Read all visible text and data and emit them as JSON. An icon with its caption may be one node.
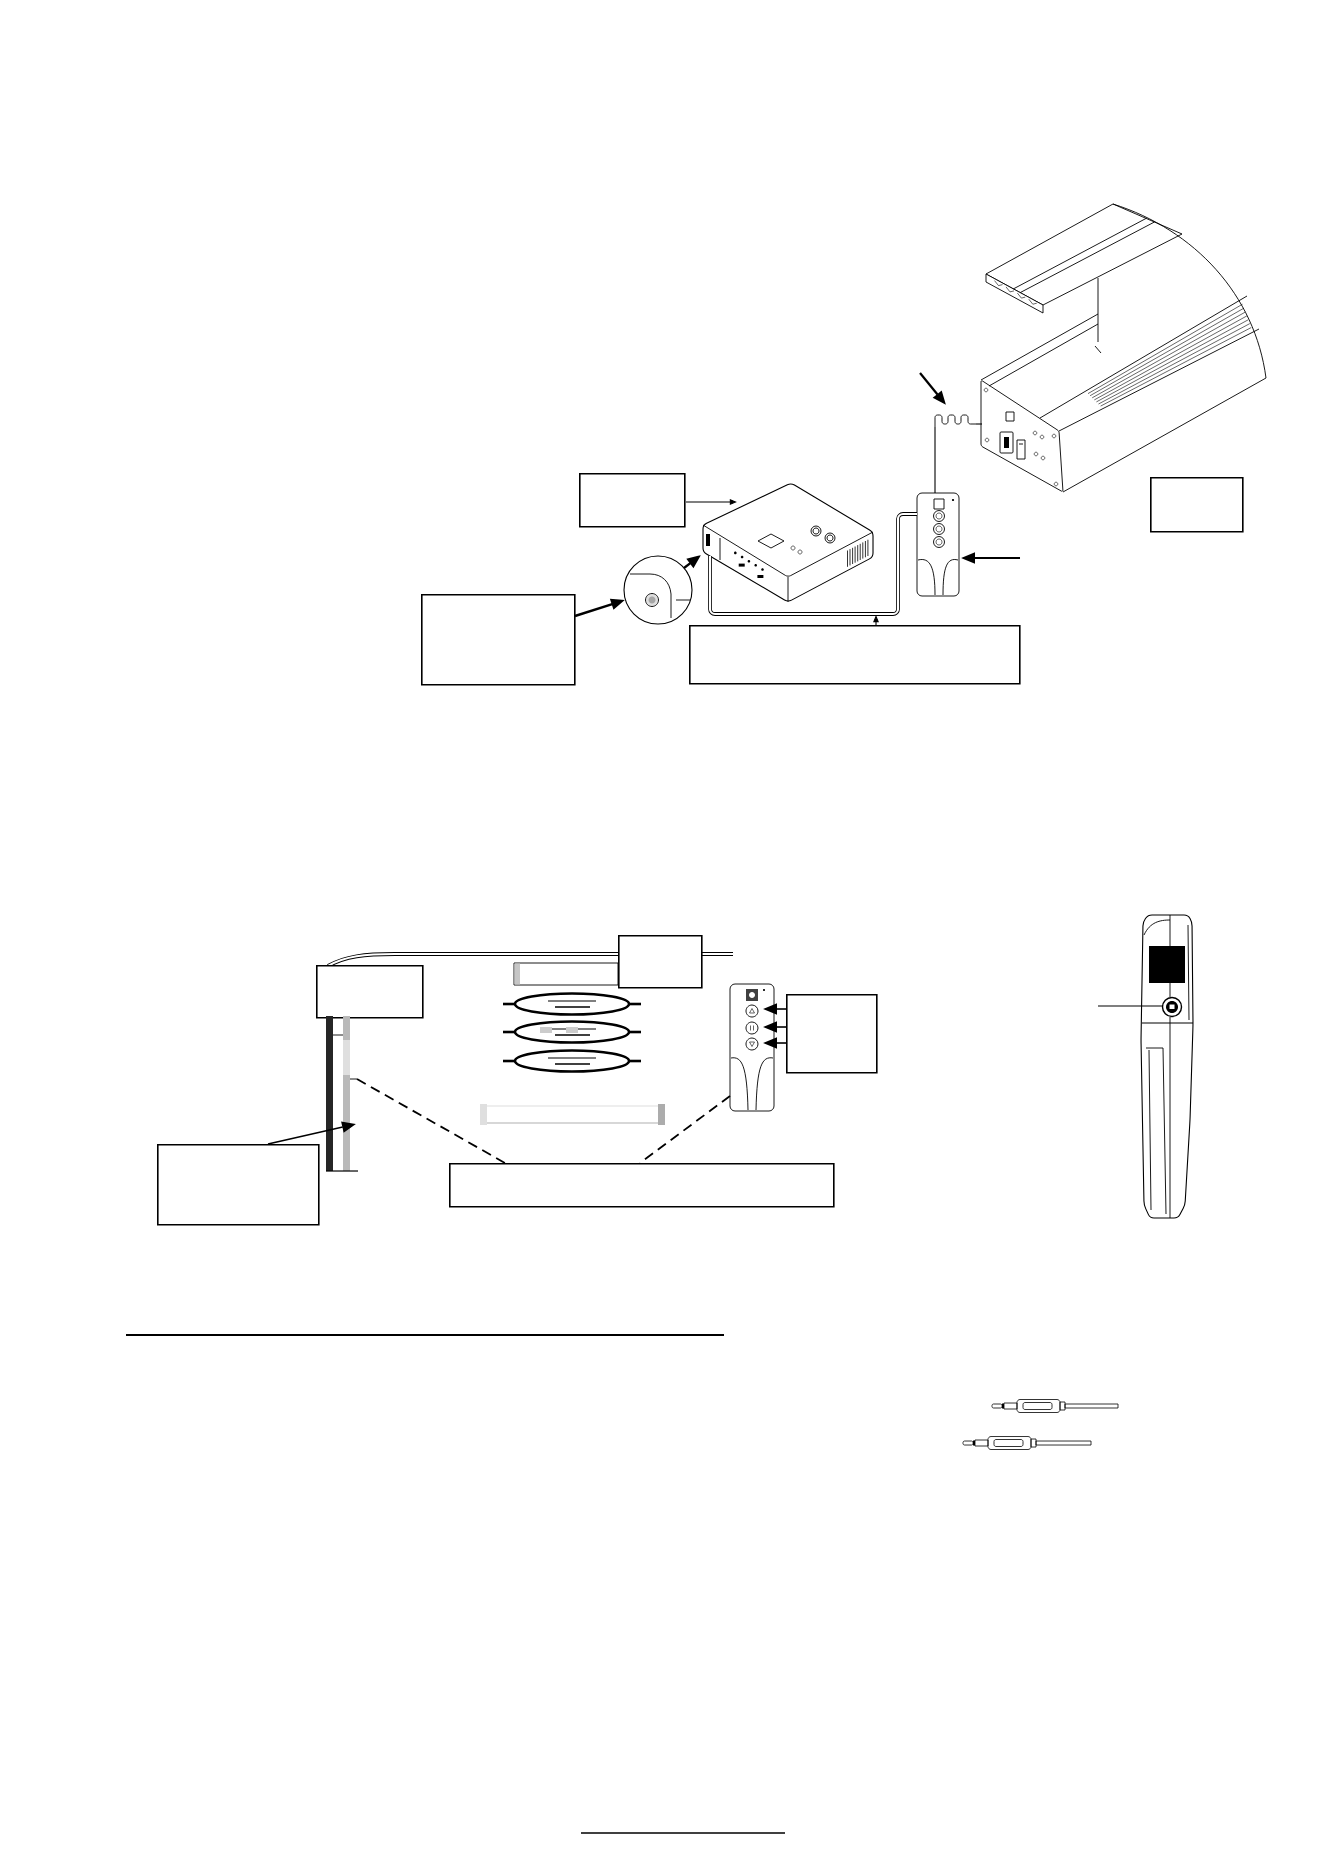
{
  "diagram": {
    "nodes": [
      {
        "text": [],
        "shape": "picture"
      },
      {
        "text": [],
        "shape": "picture"
      },
      {
        "text": [],
        "shape": "box"
      },
      {
        "text": [],
        "shape": "box"
      },
      {
        "text": [],
        "shape": "picture"
      },
      {
        "text": [],
        "shape": "picture"
      },
      {
        "text": [],
        "shape": "picture"
      },
      {
        "text": [],
        "shape": "box"
      },
      {
        "text": [],
        "shape": "box"
      },
      {
        "text": [],
        "shape": "picture"
      },
      {
        "text": [],
        "shape": "box"
      },
      {
        "text": [],
        "shape": "box"
      },
      {
        "text": [],
        "shape": "picture"
      },
      {
        "text": [],
        "shape": "box"
      },
      {
        "text": [],
        "shape": "picture"
      },
      {
        "text": [],
        "shape": "box"
      },
      {
        "text": [],
        "shape": "box"
      }
    ],
    "edges": [
      {
        "from": 2,
        "to": 4,
        "arrow": "to"
      },
      {
        "from": 7,
        "to": 6,
        "arrow": "to"
      },
      {
        "from": 6,
        "to": 4,
        "arrow": "to"
      },
      {
        "from": 4,
        "to": 5,
        "arrow": "none"
      },
      {
        "from": 8,
        "to": null,
        "arrow": "to"
      },
      {
        "from": null,
        "to": 5,
        "arrow": "to"
      },
      {
        "from": 5,
        "to": 1,
        "arrow": "none"
      },
      {
        "from": 1,
        "to": 0,
        "arrow": "none"
      },
      {
        "from": null,
        "to": 1,
        "arrow": "to"
      },
      {
        "from": 15,
        "to": 14,
        "arrow": "to"
      },
      {
        "from": 13,
        "to": 12,
        "arrow": "to"
      },
      {
        "from": 13,
        "to": 12,
        "arrow": "to"
      },
      {
        "from": 13,
        "to": 12,
        "arrow": "to"
      },
      {
        "from": null,
        "to": 9,
        "arrow": "none"
      },
      {
        "from": 14,
        "to": 16,
        "arrow": "none",
        "style": "dashed"
      },
      {
        "from": 12,
        "to": 16,
        "arrow": "none",
        "style": "dashed"
      }
    ]
  }
}
